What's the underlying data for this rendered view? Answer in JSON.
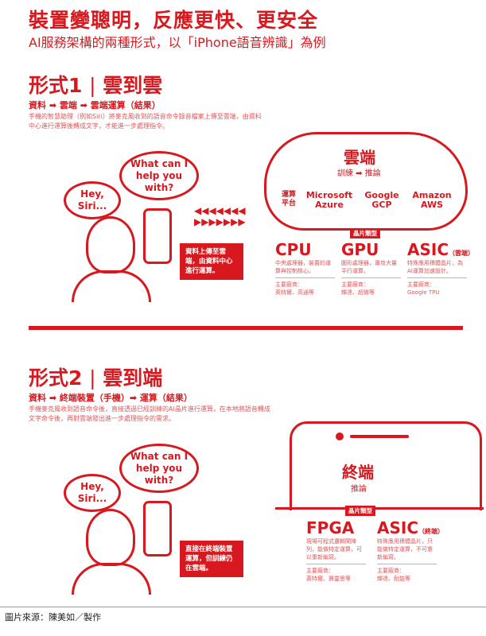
{
  "title": "裝置變聰明，反應更快、更安全",
  "subtitle": "AI服務架構的兩種形式，以「iPhone語音辨識」為例",
  "form1": {
    "label": "形式1",
    "name": "雲到雲",
    "flow": "資料 ➡ 雲端 ➡ 雲端運算（結果）",
    "desc": "手機的智慧助理（例如Siri）將麥克風收到的語音命令錄音檔案上傳至雲端，由資料中心進行運算後轉成文字，才能進一步處理指令。",
    "siri": "Hey, Siri...",
    "reply": "What can I help you with?",
    "note": "資料上傳至雲端，由資料中心進行運算。",
    "cloud_title": "雲端",
    "cloud_sub": "訓練 ➡ 推論",
    "platform_label": "運算平台",
    "platforms": [
      "Microsoft Azure",
      "Google GCP",
      "Amazon AWS"
    ],
    "chip_tag": "晶片類型",
    "chips": [
      {
        "name": "CPU",
        "suffix": "",
        "desc": "中央處理器，裝置的運算與控制核心。",
        "vendors_label": "主要廠商：",
        "vendors": "英特爾、高通等"
      },
      {
        "name": "GPU",
        "suffix": "",
        "desc": "圖形處理器，專攻大量平行運算。",
        "vendors_label": "主要廠商：",
        "vendors": "輝達、超微等"
      },
      {
        "name": "ASIC",
        "suffix": "（雲端）",
        "desc": "特殊應用積體晶片，為AI運算加速設計。",
        "vendors_label": "主要廠商：",
        "vendors": "Google TPU"
      }
    ]
  },
  "form2": {
    "label": "形式2",
    "name": "雲到端",
    "flow": "資料 ➡ 終端裝置（手機）➡ 運算（結果）",
    "desc": "手機麥克風收到語音命令後，直接透過已經訓練的AI晶片進行運算，在本地將語音轉成文字命令後，再對雲端發出進一步處理指令的需求。",
    "siri": "Hey, Siri...",
    "reply": "What can I help you with?",
    "note": "直接在終端裝置運算，但訓練仍在雲端。",
    "device_title": "終端",
    "device_sub": "推論",
    "chip_tag": "晶片類型",
    "chips": [
      {
        "name": "FPGA",
        "suffix": "",
        "desc": "現場可程式邏輯閘陣列，能做特定運算，可以重新編寫。",
        "vendors_label": "主要廠商：",
        "vendors": "英特爾、賽靈思等"
      },
      {
        "name": "ASIC",
        "suffix": "（終端）",
        "desc": "特殊應用積體晶片，只能做特定運算，不可重新編寫。",
        "vendors_label": "主要廠商：",
        "vendors": "輝達、耐能等"
      }
    ]
  },
  "credit": "圖片來源：陳美如／製作",
  "colors": {
    "accent": "#d7191f"
  }
}
